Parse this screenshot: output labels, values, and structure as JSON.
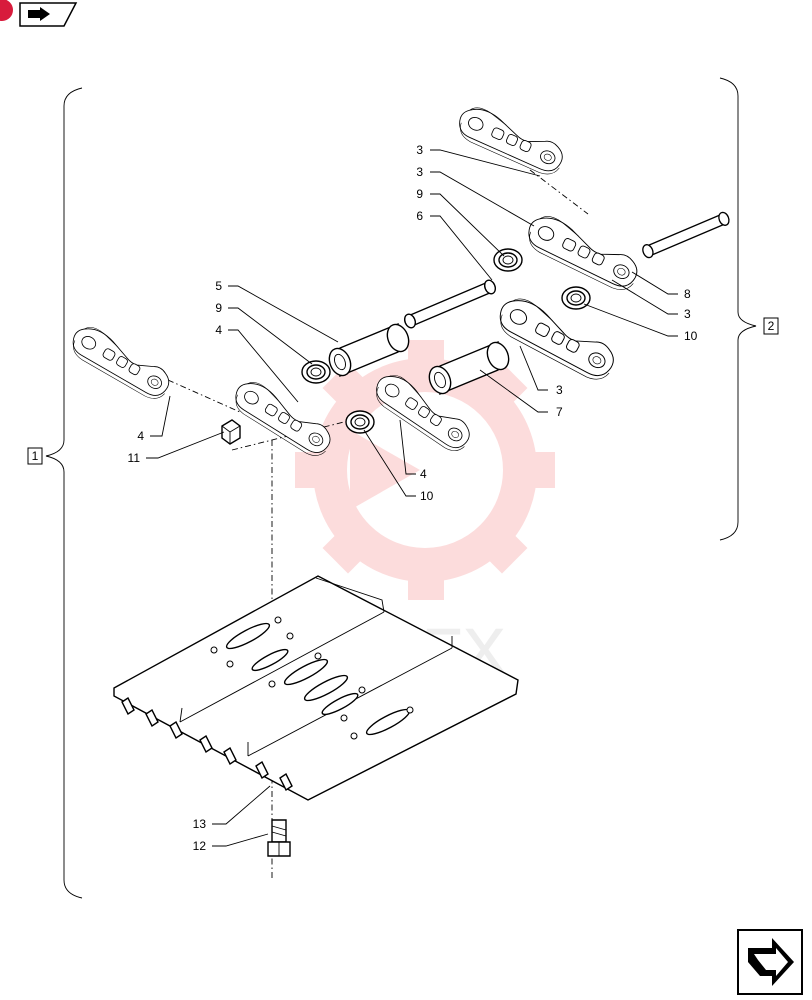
{
  "watermark": {
    "text": "ИНТЕХ",
    "color": "#ee2a2a"
  },
  "nav": {
    "prev_icon": "prev-page-arrow-icon",
    "next_icon": "next-page-arrow-icon",
    "badge_color": "#d81b3c"
  },
  "groups": [
    {
      "id": "group-1",
      "label": "1"
    },
    {
      "id": "group-2",
      "label": "2"
    }
  ],
  "callouts": [
    {
      "id": "c3a",
      "label": "3"
    },
    {
      "id": "c3b",
      "label": "3"
    },
    {
      "id": "c9a",
      "label": "9"
    },
    {
      "id": "c6",
      "label": "6"
    },
    {
      "id": "c5",
      "label": "5"
    },
    {
      "id": "c9b",
      "label": "9"
    },
    {
      "id": "c4a",
      "label": "4"
    },
    {
      "id": "c4b",
      "label": "4"
    },
    {
      "id": "c11",
      "label": "11"
    },
    {
      "id": "c8",
      "label": "8"
    },
    {
      "id": "c3c",
      "label": "3"
    },
    {
      "id": "c10a",
      "label": "10"
    },
    {
      "id": "c3d",
      "label": "3"
    },
    {
      "id": "c7",
      "label": "7"
    },
    {
      "id": "c4c",
      "label": "4"
    },
    {
      "id": "c10b",
      "label": "10"
    },
    {
      "id": "c13",
      "label": "13"
    },
    {
      "id": "c12",
      "label": "12"
    }
  ]
}
